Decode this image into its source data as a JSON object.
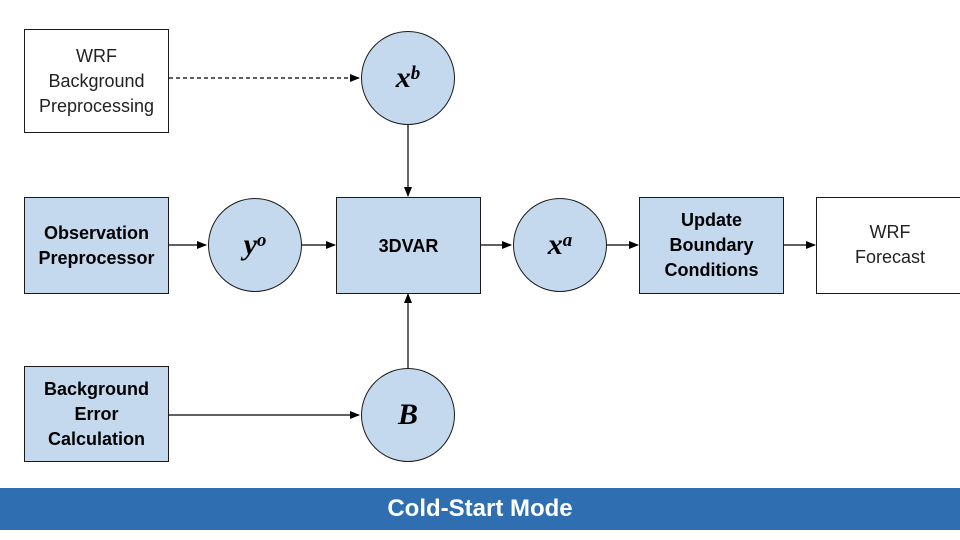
{
  "boxes": {
    "wrf_background": {
      "lines": [
        "WRF",
        "Background",
        "Preprocessing"
      ]
    },
    "observation": {
      "lines": [
        "Observation",
        "Preprocessor"
      ]
    },
    "threedvar": {
      "lines": [
        "3DVAR"
      ]
    },
    "update_boundary": {
      "lines": [
        "Update",
        "Boundary",
        "Conditions"
      ]
    },
    "wrf_forecast": {
      "lines": [
        "WRF",
        "Forecast"
      ]
    },
    "background_error": {
      "lines": [
        "Background",
        "Error",
        "Calculation"
      ]
    }
  },
  "nodes": {
    "xb": {
      "base": "x",
      "sup": "b"
    },
    "yo": {
      "base": "y",
      "sup": "o"
    },
    "xa": {
      "base": "x",
      "sup": "a"
    },
    "B": {
      "base": "B",
      "sup": ""
    }
  },
  "footer": {
    "title": "Cold-Start Mode"
  },
  "colors": {
    "node_fill": "#c5d9ee",
    "footer_bg": "#2e6eb1",
    "footer_text": "#ffffff"
  }
}
